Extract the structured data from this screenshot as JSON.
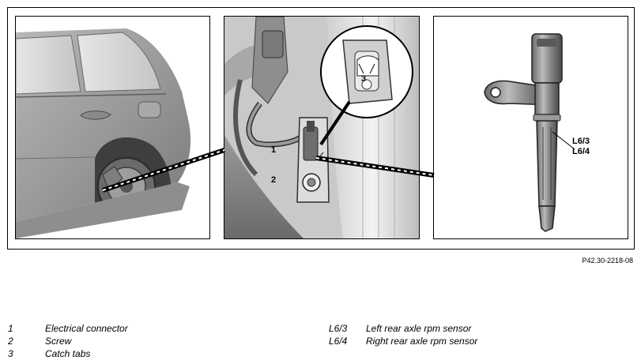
{
  "figure": {
    "callouts": {
      "one": "1",
      "two": "2",
      "three": "3",
      "sensor_a": "L6/3",
      "sensor_b": "L6/4"
    },
    "reference_number": "P42.30-2218-08"
  },
  "legend": {
    "left": [
      {
        "key": "1",
        "text": "Electrical connector"
      },
      {
        "key": "2",
        "text": "Screw"
      },
      {
        "key": "3",
        "text": "Catch tabs"
      }
    ],
    "right": [
      {
        "key": "L6/3",
        "text": "Left rear axle rpm sensor"
      },
      {
        "key": "L6/4",
        "text": "Right rear axle rpm sensor"
      }
    ]
  }
}
